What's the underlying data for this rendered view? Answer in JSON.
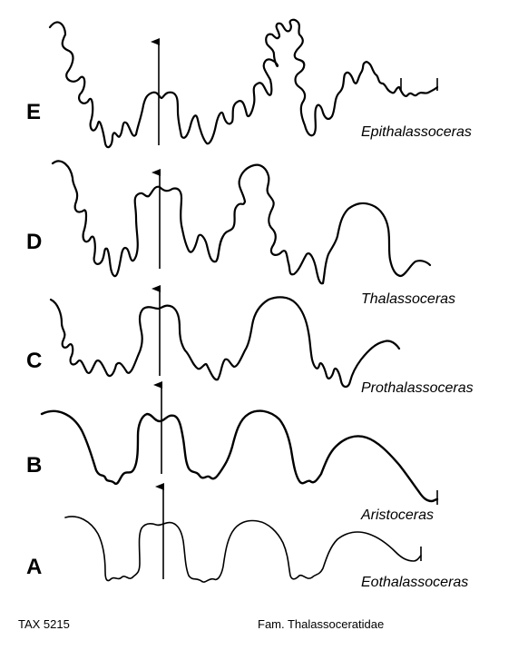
{
  "rows": [
    {
      "letter": "E",
      "genus": "Epithalassoceras"
    },
    {
      "letter": "D",
      "genus": "Thalassoceras"
    },
    {
      "letter": "C",
      "genus": "Prothalassoceras"
    },
    {
      "letter": "B",
      "genus": "Aristoceras"
    },
    {
      "letter": "A",
      "genus": "Eothalassoceras"
    }
  ],
  "footer": {
    "catalog": "TAX 5215",
    "family": "Fam. Thalassoceratidae"
  }
}
